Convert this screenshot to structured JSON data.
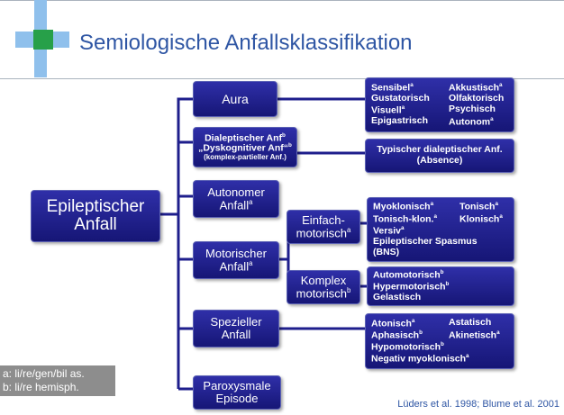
{
  "slide": {
    "title": "Semiologische Anfallsklassifikation"
  },
  "root": {
    "line1": "Epileptischer",
    "line2": "Anfall"
  },
  "categories": {
    "aura": "Aura",
    "dialeptisch": {
      "line1": "Dialeptischer Anf",
      "sup1": "b",
      "line2": "„Dyskognitiver Anf“",
      "sup2": "b",
      "line3": "(komplex-partieller Anf.)"
    },
    "autonom": {
      "line1": "Autonomer",
      "line2": "Anfall",
      "sup2": "a"
    },
    "motorisch": {
      "line1": "Motorischer",
      "line2": "Anfall",
      "sup2": "a"
    },
    "speziell": {
      "line1": "Spezieller",
      "line2": "Anfall"
    },
    "paroxysmal": {
      "line1": "Paroxysmale",
      "line2": "Episode"
    }
  },
  "subcategories": {
    "einfach": {
      "line1": "Einfach-",
      "line2": "motorisch",
      "sup2": "a"
    },
    "komplex": {
      "line1": "Komplex",
      "line2": "motorisch",
      "sup2": "b"
    }
  },
  "leaves": {
    "aura": [
      {
        "left": "Sensibel",
        "left_sup": "a",
        "right": "Akkustisch",
        "right_sup": "a"
      },
      {
        "left": "Gustatorisch",
        "left_sup": "",
        "right": "Olfaktorisch",
        "right_sup": ""
      },
      {
        "left": "Visuell",
        "left_sup": "a",
        "right": "Psychisch",
        "right_sup": ""
      },
      {
        "left": "Epigastrisch",
        "left_sup": "",
        "right": "Autonom",
        "right_sup": "a"
      }
    ],
    "dialeptisch": {
      "line1": "Typischer dialeptischer Anf.",
      "line2": "(Absence)"
    },
    "einfach": {
      "rows": [
        {
          "left": "Myoklonisch",
          "left_sup": "a",
          "right": "Tonisch",
          "right_sup": "a"
        },
        {
          "left": "Tonisch-klon.",
          "left_sup": "a",
          "right": "Klonisch",
          "right_sup": "a"
        }
      ],
      "line3": "Versiv",
      "line3_sup": "a",
      "line4": "Epileptischer Spasmus",
      "line5": "(BNS)"
    },
    "komplex": [
      {
        "text": "Automotorisch",
        "sup": "b"
      },
      {
        "text": "Hypermotorisch",
        "sup": "b"
      },
      {
        "text": "Gelastisch",
        "sup": ""
      }
    ],
    "speziell": {
      "rows": [
        {
          "left": "Atonisch",
          "left_sup": "a",
          "right": "Astatisch",
          "right_sup": ""
        },
        {
          "left": "Aphasisch",
          "left_sup": "b",
          "right": "Akinetisch",
          "right_sup": "a"
        }
      ],
      "line3": "Hypomotorisch",
      "line3_sup": "b",
      "line4": "Negativ myoklonisch",
      "line4_sup": "a"
    }
  },
  "footnote": {
    "line1": "a: li/re/gen/bil as.",
    "line2": "b: li/re hemisph."
  },
  "citation": "Lüders et al. 1998; Blume et al. 2001",
  "colors": {
    "box": "#1e1e8c",
    "title": "#2f56a4",
    "logo_blue": "#8fc0ec",
    "logo_green": "#27a049"
  }
}
